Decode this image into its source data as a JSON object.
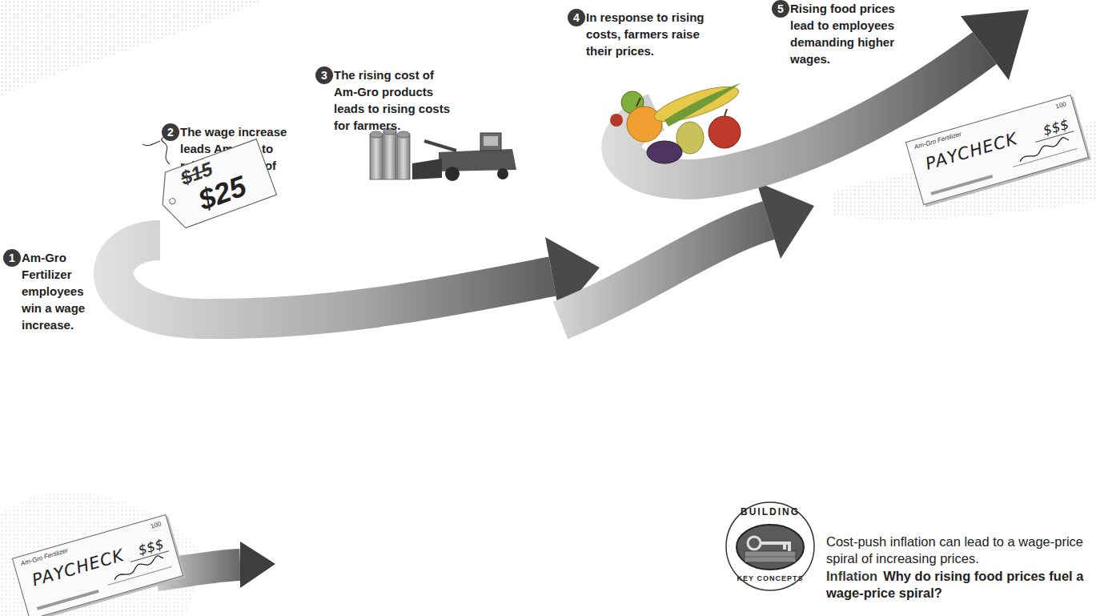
{
  "diagram": {
    "caption": "Cost-push inflation can lead to a wage-price spiral of increasing prices.",
    "nodes": [
      {
        "text": [
          "1",
          "Am-Gro Fertilizer employees win a wage increase."
        ]
      },
      {
        "text": [
          "Am-Gro Fertilizer",
          "100",
          "PAYCHECK",
          "$$$"
        ]
      },
      {
        "text": [
          "2",
          "The wage increase leads Am-Gro to raise the price of its products."
        ]
      },
      {
        "text": [
          "$15",
          "$25"
        ]
      },
      {
        "text": [
          "3",
          "The rising cost of Am-Gro products leads to rising costs for farmers."
        ]
      },
      {
        "text": [
          "4",
          "In response to rising costs, farmers raise their prices."
        ]
      },
      {
        "text": [
          "5",
          "Rising food prices lead to employees demanding higher wages."
        ]
      },
      {
        "text": [
          "Am-Gro Fertilizer",
          "100",
          "PAYCHECK",
          "$$$"
        ]
      },
      {
        "text": [
          "BUILDING",
          "KEY CONCEPTS"
        ]
      }
    ],
    "labels": [
      "Inflation",
      "Why do rising food prices fuel a wage-price spiral?"
    ]
  }
}
